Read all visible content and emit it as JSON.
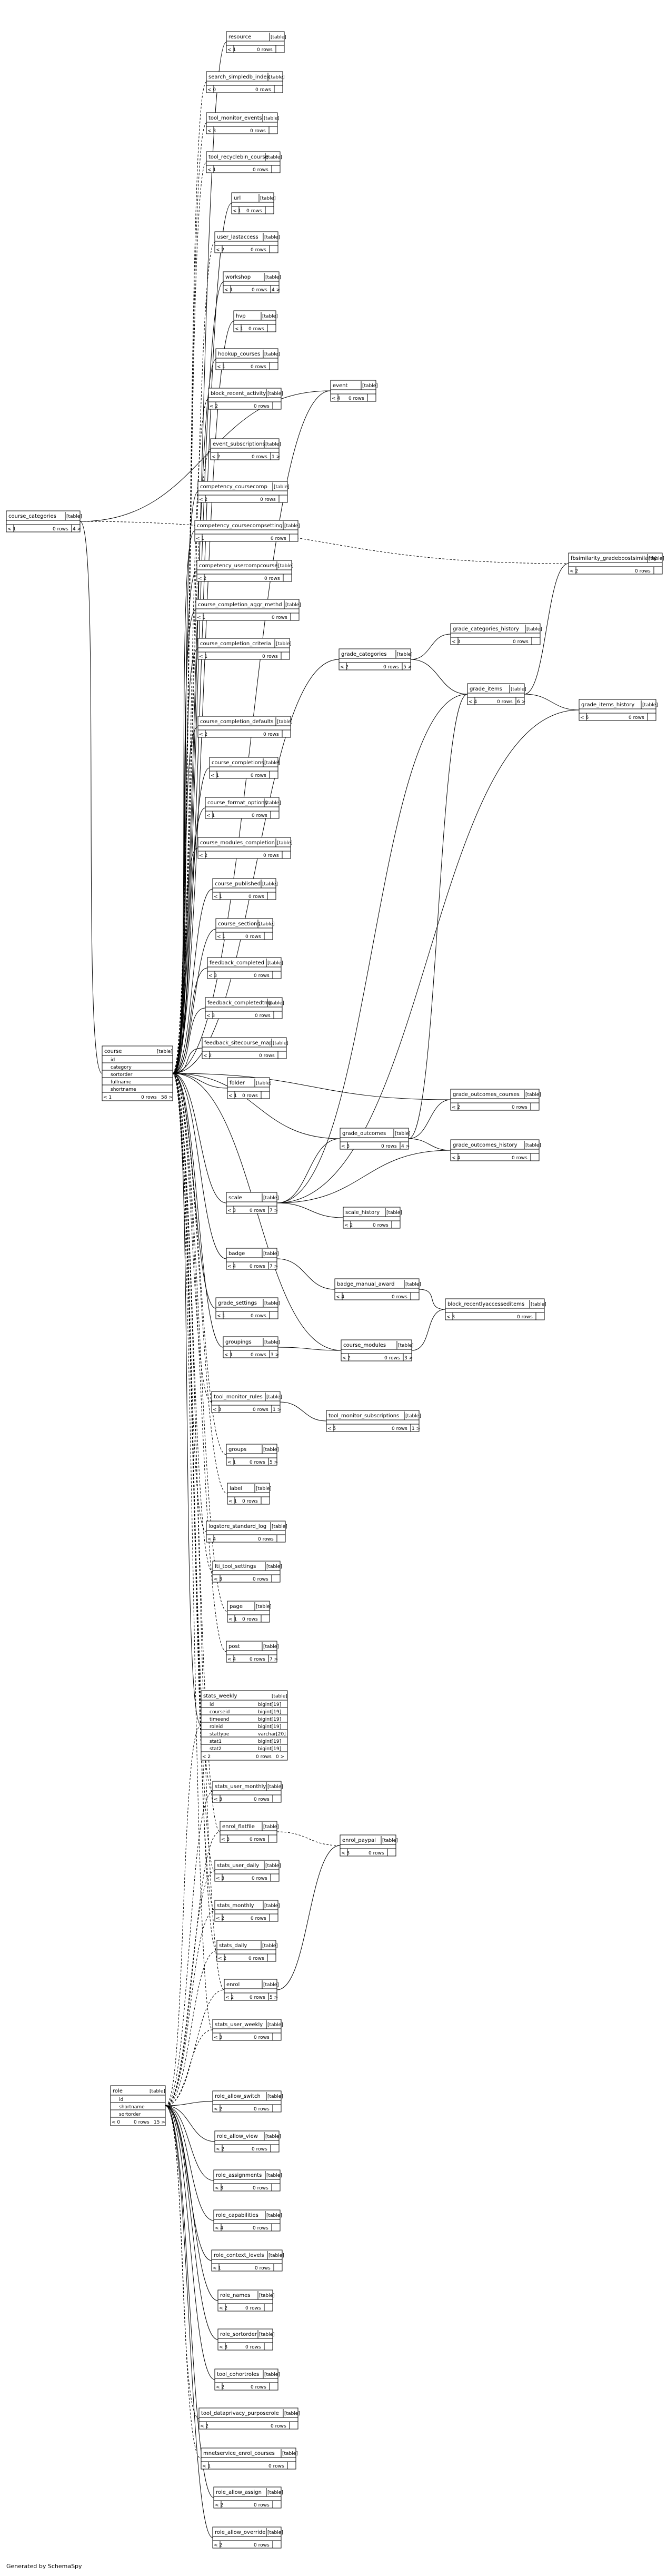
{
  "footer": "Generated by SchemaSpy",
  "tables": [
    {
      "id": "resource",
      "name": "resource",
      "tag": "[table]",
      "left": "< 1",
      "rows": "0 rows",
      "right": ""
    },
    {
      "id": "search_simpledb_index",
      "name": "search_simpledb_index",
      "tag": "[table]",
      "left": "< 0",
      "rows": "0 rows",
      "right": ""
    },
    {
      "id": "tool_monitor_events",
      "name": "tool_monitor_events",
      "tag": "[table]",
      "left": "< 3",
      "rows": "0 rows",
      "right": ""
    },
    {
      "id": "tool_recyclebin_course",
      "name": "tool_recyclebin_course",
      "tag": "[table]",
      "left": "< 1",
      "rows": "0 rows",
      "right": ""
    },
    {
      "id": "url",
      "name": "url",
      "tag": "[table]",
      "left": "< 1",
      "rows": "0 rows",
      "right": ""
    },
    {
      "id": "user_lastaccess",
      "name": "user_lastaccess",
      "tag": "[table]",
      "left": "< 2",
      "rows": "0 rows",
      "right": ""
    },
    {
      "id": "workshop",
      "name": "workshop",
      "tag": "[table]",
      "left": "< 1",
      "rows": "0 rows",
      "right": "4 >"
    },
    {
      "id": "hvp",
      "name": "hvp",
      "tag": "[table]",
      "left": "< 1",
      "rows": "0 rows",
      "right": ""
    },
    {
      "id": "hookup_courses",
      "name": "hookup_courses",
      "tag": "[table]",
      "left": "< 1",
      "rows": "0 rows",
      "right": ""
    },
    {
      "id": "block_recent_activity",
      "name": "block_recent_activity",
      "tag": "[table]",
      "left": "< 2",
      "rows": "0 rows",
      "right": ""
    },
    {
      "id": "event",
      "name": "event",
      "tag": "[table]",
      "left": "< 4",
      "rows": "0 rows",
      "right": ""
    },
    {
      "id": "event_subscriptions",
      "name": "event_subscriptions",
      "tag": "[table]",
      "left": "< 2",
      "rows": "0 rows",
      "right": "1 >"
    },
    {
      "id": "course_categories",
      "name": "course_categories",
      "tag": "[table]",
      "left": "< 1",
      "rows": "0 rows",
      "right": "4 >"
    },
    {
      "id": "competency_coursecomp",
      "name": "competency_coursecomp",
      "tag": "[table]",
      "left": "< 2",
      "rows": "0 rows",
      "right": ""
    },
    {
      "id": "competency_coursecompsetting",
      "name": "competency_coursecompsetting",
      "tag": "[table]",
      "left": "< 1",
      "rows": "0 rows",
      "right": ""
    },
    {
      "id": "competency_usercompcourse",
      "name": "competency_usercompcourse",
      "tag": "[table]",
      "left": "< 2",
      "rows": "0 rows",
      "right": ""
    },
    {
      "id": "logstore_standard_log_big",
      "name": "course_completion_aggr_methd",
      "tag": "[table]",
      "left": "< 1",
      "rows": "0 rows",
      "right": ""
    },
    {
      "id": "course_completion_criteria",
      "name": "course_completion_criteria",
      "tag": "[table]",
      "left": "< 1",
      "rows": "0 rows",
      "right": ""
    },
    {
      "id": "course_completion_defaults",
      "name": "course_completion_defaults",
      "tag": "[table]",
      "left": "< 2",
      "rows": "0 rows",
      "right": ""
    },
    {
      "id": "course_completions",
      "name": "course_completions",
      "tag": "[table]",
      "left": "< 1",
      "rows": "0 rows",
      "right": ""
    },
    {
      "id": "course_format_options",
      "name": "course_format_options",
      "tag": "[table]",
      "left": "< 1",
      "rows": "0 rows",
      "right": ""
    },
    {
      "id": "course_modules_completion",
      "name": "course_modules_completion",
      "tag": "[table]",
      "left": "< 2",
      "rows": "0 rows",
      "right": ""
    },
    {
      "id": "course_published",
      "name": "course_published",
      "tag": "[table]",
      "left": "< 1",
      "rows": "0 rows",
      "right": ""
    },
    {
      "id": "course_sections",
      "name": "course_sections",
      "tag": "[table]",
      "left": "< 1",
      "rows": "0 rows",
      "right": ""
    },
    {
      "id": "feedback_completed",
      "name": "feedback_completed",
      "tag": "[table]",
      "left": "< 3",
      "rows": "0 rows",
      "right": ""
    },
    {
      "id": "feedback_completedtmp",
      "name": "feedback_completedtmp",
      "tag": "[table]",
      "left": "< 3",
      "rows": "0 rows",
      "right": ""
    },
    {
      "id": "feedback_sitecourse_map",
      "name": "feedback_sitecourse_map",
      "tag": "[table]",
      "left": "< 2",
      "rows": "0 rows",
      "right": ""
    },
    {
      "id": "folder",
      "name": "folder",
      "tag": "[table]",
      "left": "< 1",
      "rows": "0 rows",
      "right": ""
    },
    {
      "id": "grade_categories",
      "name": "grade_categories",
      "tag": "[table]",
      "left": "< 2",
      "rows": "0 rows",
      "right": "5 >"
    },
    {
      "id": "grade_categories_history",
      "name": "grade_categories_history",
      "tag": "[table]",
      "left": "< 3",
      "rows": "0 rows",
      "right": ""
    },
    {
      "id": "grade_items",
      "name": "grade_items",
      "tag": "[table]",
      "left": "< 4",
      "rows": "0 rows",
      "right": "6 >"
    },
    {
      "id": "grade_items_history",
      "name": "grade_items_history",
      "tag": "[table]",
      "left": "< 6",
      "rows": "0 rows",
      "right": ""
    },
    {
      "id": "fbsimilarity",
      "name": "fbsimilarity_gradeboostsimilarity",
      "tag": "[table]",
      "left": "< 2",
      "rows": "0 rows",
      "right": ""
    },
    {
      "id": "grade_outcomes_courses",
      "name": "grade_outcomes_courses",
      "tag": "[table]",
      "left": "< 2",
      "rows": "0 rows",
      "right": ""
    },
    {
      "id": "grade_outcomes",
      "name": "grade_outcomes",
      "tag": "[table]",
      "left": "< 3",
      "rows": "0 rows",
      "right": "4 >"
    },
    {
      "id": "grade_outcomes_history",
      "name": "grade_outcomes_history",
      "tag": "[table]",
      "left": "< 4",
      "rows": "0 rows",
      "right": ""
    },
    {
      "id": "scale",
      "name": "scale",
      "tag": "[table]",
      "left": "< 3",
      "rows": "0 rows",
      "right": "7 >"
    },
    {
      "id": "scale_history",
      "name": "scale_history",
      "tag": "[table]",
      "left": "< 2",
      "rows": "0 rows",
      "right": ""
    },
    {
      "id": "badge",
      "name": "badge",
      "tag": "[table]",
      "left": "< 4",
      "rows": "0 rows",
      "right": "7 >"
    },
    {
      "id": "badge_manual_award",
      "name": "badge_manual_award",
      "tag": "[table]",
      "left": "< 4",
      "rows": "0 rows",
      "right": ""
    },
    {
      "id": "block_recentlyaccesseditems",
      "name": "block_recentlyaccesseditems",
      "tag": "[table]",
      "left": "< 3",
      "rows": "0 rows",
      "right": ""
    },
    {
      "id": "grade_settings",
      "name": "grade_settings",
      "tag": "[table]",
      "left": "< 1",
      "rows": "0 rows",
      "right": ""
    },
    {
      "id": "groupings",
      "name": "groupings",
      "tag": "[table]",
      "left": "< 1",
      "rows": "0 rows",
      "right": "3 >"
    },
    {
      "id": "course_modules",
      "name": "course_modules",
      "tag": "[table]",
      "left": "< 2",
      "rows": "0 rows",
      "right": "3 >"
    },
    {
      "id": "tool_monitor_rules",
      "name": "tool_monitor_rules",
      "tag": "[table]",
      "left": "< 3",
      "rows": "0 rows",
      "right": "1 >"
    },
    {
      "id": "tool_monitor_subscriptions",
      "name": "tool_monitor_subscriptions",
      "tag": "[table]",
      "left": "< 5",
      "rows": "0 rows",
      "right": "1 >"
    },
    {
      "id": "groups",
      "name": "groups",
      "tag": "[table]",
      "left": "< 1",
      "rows": "0 rows",
      "right": "5 >"
    },
    {
      "id": "label",
      "name": "label",
      "tag": "[table]",
      "left": "< 1",
      "rows": "0 rows",
      "right": ""
    },
    {
      "id": "logstore_standard_log",
      "name": "logstore_standard_log",
      "tag": "[table]",
      "left": "< 4",
      "rows": "0 rows",
      "right": ""
    },
    {
      "id": "lti_tool_settings",
      "name": "lti_tool_settings",
      "tag": "[table]",
      "left": "< 3",
      "rows": "0 rows",
      "right": ""
    },
    {
      "id": "page",
      "name": "page",
      "tag": "[table]",
      "left": "< 1",
      "rows": "0 rows",
      "right": ""
    },
    {
      "id": "post",
      "name": "post",
      "tag": "[table]",
      "left": "< 4",
      "rows": "0 rows",
      "right": "7 >"
    },
    {
      "id": "stats_user_monthly",
      "name": "stats_user_monthly",
      "tag": "[table]",
      "left": "< 3",
      "rows": "0 rows",
      "right": ""
    },
    {
      "id": "enrol_flatfile",
      "name": "enrol_flatfile",
      "tag": "[table]",
      "left": "< 3",
      "rows": "0 rows",
      "right": ""
    },
    {
      "id": "stats_user_daily",
      "name": "stats_user_daily",
      "tag": "[table]",
      "left": "< 3",
      "rows": "0 rows",
      "right": ""
    },
    {
      "id": "stats_monthly",
      "name": "stats_monthly",
      "tag": "[table]",
      "left": "< 2",
      "rows": "0 rows",
      "right": ""
    },
    {
      "id": "stats_daily",
      "name": "stats_daily",
      "tag": "[table]",
      "left": "< 2",
      "rows": "0 rows",
      "right": ""
    },
    {
      "id": "enrol",
      "name": "enrol",
      "tag": "[table]",
      "left": "< 2",
      "rows": "0 rows",
      "right": "5 >"
    },
    {
      "id": "enrol_paypal",
      "name": "enrol_paypal",
      "tag": "[table]",
      "left": "< 3",
      "rows": "0 rows",
      "right": ""
    },
    {
      "id": "stats_user_weekly",
      "name": "stats_user_weekly",
      "tag": "[table]",
      "left": "< 3",
      "rows": "0 rows",
      "right": ""
    },
    {
      "id": "role_allow_switch",
      "name": "role_allow_switch",
      "tag": "[table]",
      "left": "< 2",
      "rows": "0 rows",
      "right": ""
    },
    {
      "id": "role_allow_view",
      "name": "role_allow_view",
      "tag": "[table]",
      "left": "< 2",
      "rows": "0 rows",
      "right": ""
    },
    {
      "id": "role_assignments",
      "name": "role_assignments",
      "tag": "[table]",
      "left": "< 3",
      "rows": "0 rows",
      "right": ""
    },
    {
      "id": "role_capabilities",
      "name": "role_capabilities",
      "tag": "[table]",
      "left": "< 4",
      "rows": "0 rows",
      "right": ""
    },
    {
      "id": "role_context_levels",
      "name": "role_context_levels",
      "tag": "[table]",
      "left": "< 1",
      "rows": "0 rows",
      "right": ""
    },
    {
      "id": "role_names",
      "name": "role_names",
      "tag": "[table]",
      "left": "< 2",
      "rows": "0 rows",
      "right": ""
    },
    {
      "id": "role_sortorder",
      "name": "role_sortorder",
      "tag": "[table]",
      "left": "< 3",
      "rows": "0 rows",
      "right": ""
    },
    {
      "id": "tool_cohortroles",
      "name": "tool_cohortroles",
      "tag": "[table]",
      "left": "< 2",
      "rows": "0 rows",
      "right": ""
    },
    {
      "id": "tool_dataprivacy_purposerole",
      "name": "tool_dataprivacy_purposerole",
      "tag": "[table]",
      "left": "< 2",
      "rows": "0 rows",
      "right": ""
    },
    {
      "id": "mnetservice_enrol_courses",
      "name": "mnetservice_enrol_courses",
      "tag": "[table]",
      "left": "< 1",
      "rows": "0 rows",
      "right": ""
    },
    {
      "id": "role_allow_assign",
      "name": "role_allow_assign",
      "tag": "[table]",
      "left": "< 2",
      "rows": "0 rows",
      "right": ""
    },
    {
      "id": "role_allow_override",
      "name": "role_allow_override",
      "tag": "[table]",
      "left": "< 2",
      "rows": "0 rows",
      "right": ""
    }
  ],
  "detailed": [
    {
      "id": "course",
      "name": "course",
      "tag": "[table]",
      "columns": [
        "id",
        "category",
        "sortorder",
        "fullname",
        "shortname"
      ],
      "types": [
        "",
        "",
        "",
        "",
        ""
      ],
      "left": "< 1",
      "rows": "0 rows",
      "right": "58 >"
    },
    {
      "id": "stats_weekly",
      "name": "stats_weekly",
      "tag": "[table]",
      "columns": [
        "id",
        "courseid",
        "timeend",
        "roleid",
        "stattype",
        "stat1",
        "stat2"
      ],
      "types": [
        "bigint[19]",
        "bigint[19]",
        "bigint[19]",
        "bigint[19]",
        "varchar[20]",
        "bigint[19]",
        "bigint[19]"
      ],
      "left": "< 2",
      "rows": "0 rows",
      "right": "0 >"
    },
    {
      "id": "role",
      "name": "role",
      "tag": "[table]",
      "columns": [
        "id",
        "shortname",
        "sortorder"
      ],
      "types": [
        "",
        "",
        ""
      ],
      "left": "< 0",
      "rows": "0 rows",
      "right": "15 >"
    }
  ]
}
